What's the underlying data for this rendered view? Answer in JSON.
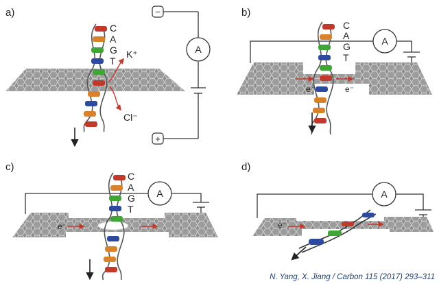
{
  "panels": [
    {
      "label": "a)",
      "bases": [
        "C",
        "A",
        "G",
        "T"
      ],
      "ions": [
        "K⁺",
        "Cl⁻"
      ],
      "ammeter": "A",
      "terminals": [
        "−",
        "+"
      ]
    },
    {
      "label": "b)",
      "bases": [
        "C",
        "A",
        "G",
        "T"
      ],
      "ammeter": "A",
      "electrons": [
        "e⁻",
        "e⁻"
      ]
    },
    {
      "label": "c)",
      "bases": [
        "C",
        "A",
        "G",
        "T"
      ],
      "ammeter": "A",
      "electrons": [
        "e⁻"
      ]
    },
    {
      "label": "d)",
      "ammeter": "A",
      "electrons": [
        "e⁻"
      ]
    }
  ],
  "citation": "N. Yang, X. Jiang / Carbon 115 (2017) 293–311",
  "colors": {
    "graphene": "#8a8a8a",
    "hexagon_line": "#cfcfcf",
    "circuit": "#333333",
    "arrow_red": "#c0392b",
    "base_red": "#c0392b",
    "base_orange": "#d9822b",
    "base_green": "#3fa535",
    "base_blue": "#2e4a9e",
    "backbone": "#555555"
  }
}
